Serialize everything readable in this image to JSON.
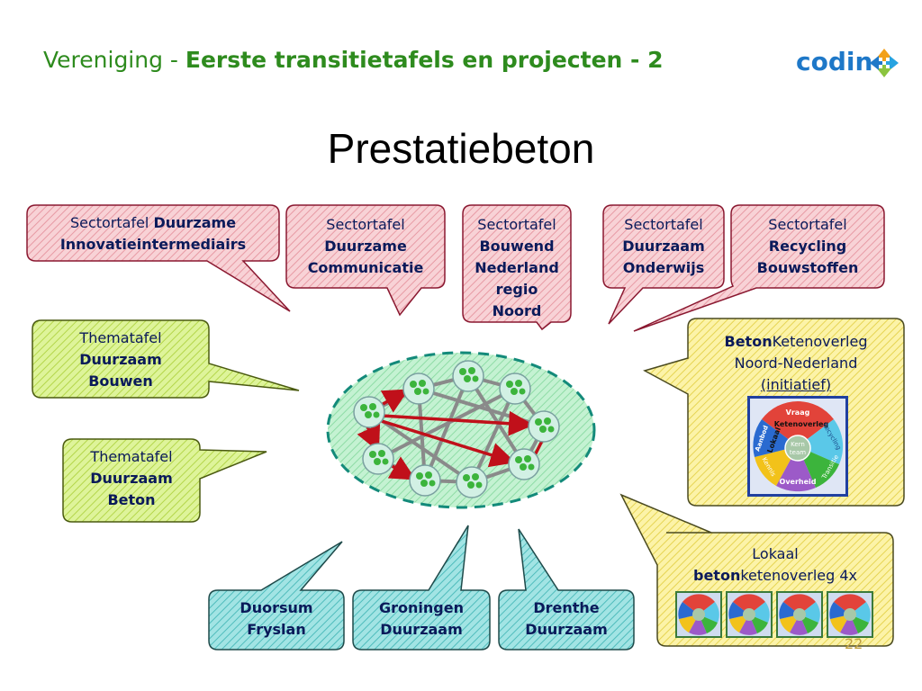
{
  "header": {
    "title_part1": "Vereniging - ",
    "title_part2": "Eerste transitietafels en projecten - 2"
  },
  "logo": {
    "text": "codin"
  },
  "main_title": "Prestatiebeton",
  "sector_tables": [
    {
      "prefix": "Sectortafel",
      "name": "Duurzame Innovatieintermediairs"
    },
    {
      "prefix": "Sectortafel",
      "line1": "Duurzame",
      "line2": "Communicatie"
    },
    {
      "prefix": "Sectortafel",
      "line1": "Bouwend",
      "line2": "Nederland",
      "line3": "regio",
      "line4": "Noord"
    },
    {
      "prefix": "Sectortafel",
      "line1": "Duurzaam",
      "line2": "Onderwijs"
    },
    {
      "prefix": "Sectortafel",
      "line1": "Recycling",
      "line2": "Bouwstoffen"
    }
  ],
  "theme_tables": [
    {
      "prefix": "Thematafel",
      "line1": "Duurzaam",
      "line2": "Bouwen"
    },
    {
      "prefix": "Thematafel",
      "line1": "Duurzaam",
      "line2": "Beton"
    }
  ],
  "ketenoverleg": {
    "bold": "Beton",
    "rest": "Ketenoverleg",
    "line2": "Noord-Nederland",
    "line3": "(initiatief)",
    "wheel": {
      "top": "Vraag",
      "top_sub": "Ketenoverleg",
      "left": "Aanbod",
      "left_sub": "Lokaal",
      "right": "Recycling",
      "right_sub": "Transitie",
      "bottom_left": "Kennis",
      "bottom": "Overheid",
      "center_line1": "Kern",
      "center_line2": "team"
    }
  },
  "lokaal": {
    "line1": "Lokaal",
    "bold": "beton",
    "rest": "ketenoverleg 4x"
  },
  "regional": [
    {
      "line1": "Duorsum",
      "line2": "Fryslan"
    },
    {
      "line1": "Groningen",
      "line2": "Duurzaam"
    },
    {
      "line1": "Drenthe",
      "line2": "Duurzaam"
    }
  ],
  "page_number": "22",
  "colors": {
    "header_green": "#2e8b1e",
    "pink": "#f6c6cc",
    "pink_border": "#8a1830",
    "lime": "#d4ec78",
    "yellow": "#fbef88",
    "teal": "#7fd8d8",
    "network_fill": "#b2eec6",
    "network_border": "#138a7a",
    "arrow_red": "#c0101a"
  }
}
